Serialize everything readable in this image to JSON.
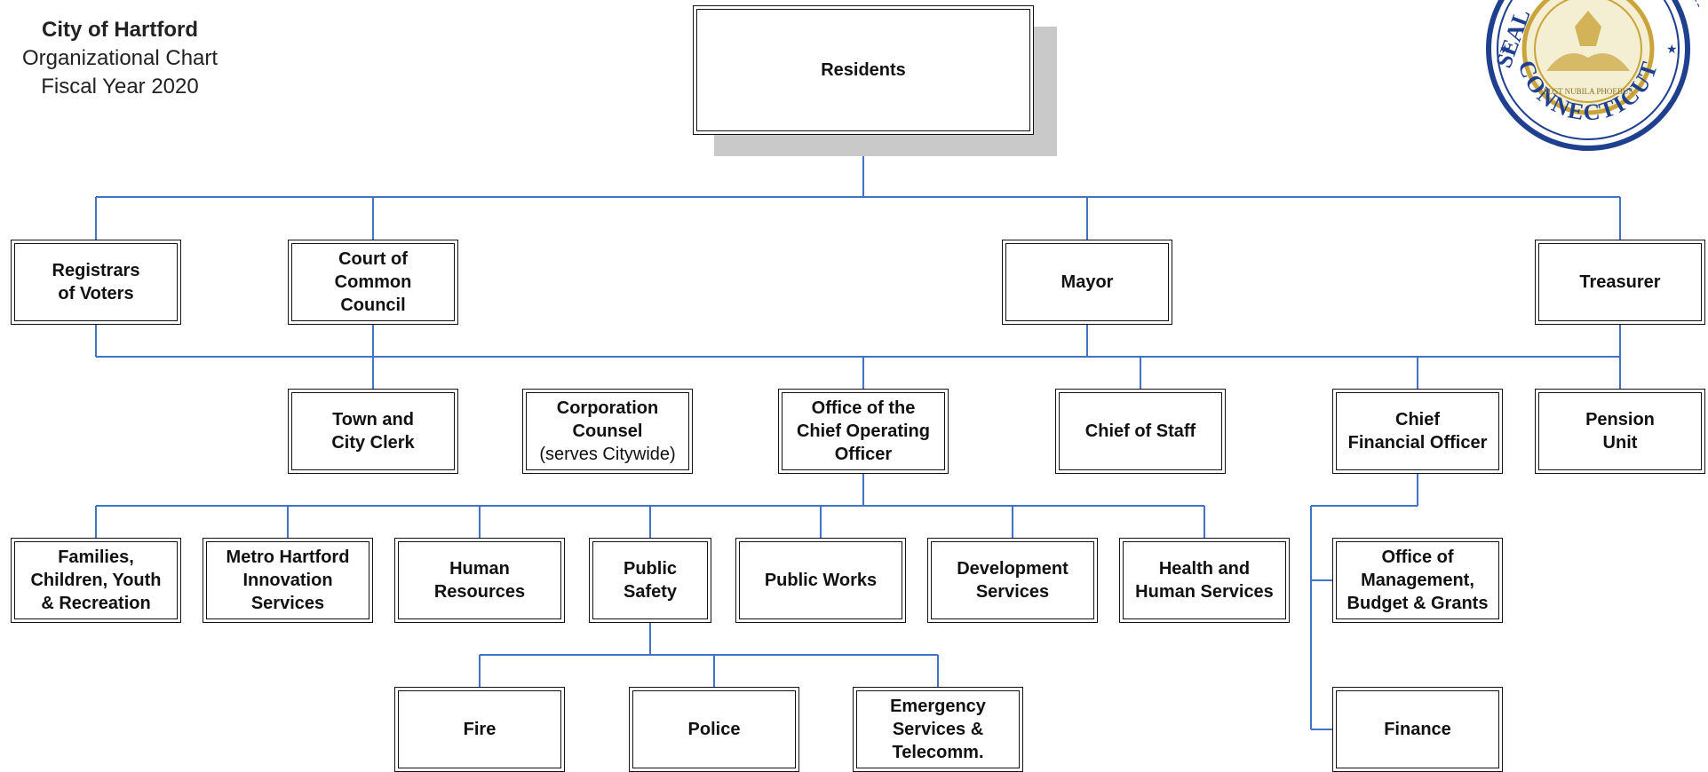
{
  "header": {
    "city": "City of Hartford",
    "subtitle": "Organizational Chart",
    "year": "Fiscal Year 2020"
  },
  "seal": {
    "text_left": "SEAL",
    "text_right": "RTFORD",
    "text_bottom": "CONNECTICUT",
    "motto": "POST NUBILA PHOEBUS",
    "gold_color": "#c9a43a",
    "ring_color": "#1f3f8f"
  },
  "colors": {
    "connector": "#4472c4",
    "border": "#111111",
    "shadow": "#c9c9c9"
  },
  "boxes": {
    "residents": "Residents",
    "registrars": "Registrars\nof Voters",
    "council": "Court of\nCommon\nCouncil",
    "mayor": "Mayor",
    "treasurer": "Treasurer",
    "clerk": "Town and\nCity Clerk",
    "corp_counsel": "Corporation\nCounsel",
    "corp_counsel_note": "(serves Citywide)",
    "coo": "Office of the\nChief Operating\nOfficer",
    "chief_staff": "Chief of Staff",
    "cfo": "Chief\nFinancial Officer",
    "pension": "Pension\nUnit",
    "families": "Families,\nChildren, Youth\n& Recreation",
    "metro": "Metro Hartford\nInnovation\nServices",
    "hr": "Human\nResources",
    "public_safety": "Public\nSafety",
    "public_works": "Public Works",
    "development": "Development\nServices",
    "health": "Health and\nHuman Services",
    "ombg": "Office of\nManagement,\nBudget & Grants",
    "fire": "Fire",
    "police": "Police",
    "emergency": "Emergency\nServices &\nTelecomm.",
    "finance": "Finance"
  }
}
